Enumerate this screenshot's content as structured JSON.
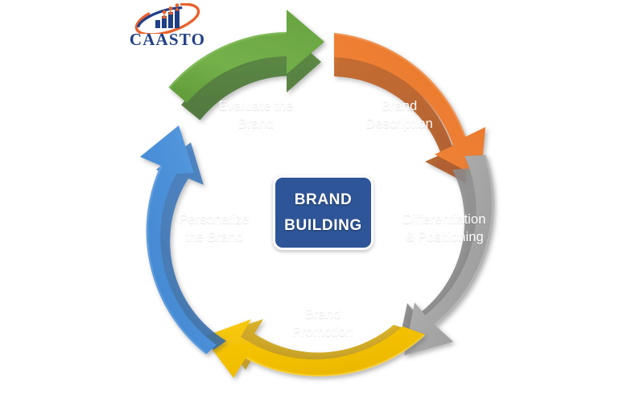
{
  "logo": {
    "name": "CAASTO",
    "mark_icon": "bar-chart-people-swoosh-icon",
    "text_color": "#1f3f86",
    "accent_color": "#e8612c"
  },
  "diagram": {
    "type": "cycle",
    "title": "Brand Building",
    "background": "#ffffff",
    "direction": "clockwise",
    "center": {
      "line1": "BRAND",
      "line2": "BUILDING",
      "fill": "#2e5597",
      "border": "#ffffff",
      "text_color": "#ffffff"
    },
    "segments": [
      {
        "id": "evaluate-the-brand",
        "label": "Evaluate the\nBrand",
        "color": "#70ad47",
        "color_dark": "#5b9139",
        "color_light": "#84c057",
        "position": "top-left",
        "order": 5,
        "arrow_direction": "up-right"
      },
      {
        "id": "brand-description",
        "label": "Brand\nDescription",
        "color": "#ed7d31",
        "color_dark": "#d2661d",
        "color_light": "#f2934f",
        "position": "top-right",
        "order": 1,
        "arrow_direction": "down-right"
      },
      {
        "id": "differentiation-and-positioning",
        "label": "Differentiation\n& Positioning",
        "color": "#ababab",
        "color_dark": "#949494",
        "color_light": "#bdbdbd",
        "position": "right",
        "order": 2,
        "arrow_direction": "down-left"
      },
      {
        "id": "brand-promotion",
        "label": "Brand\nPromotion",
        "color": "#f5c400",
        "color_dark": "#dcaf00",
        "color_light": "#ffd417",
        "position": "bottom",
        "order": 3,
        "arrow_direction": "left"
      },
      {
        "id": "personalize-the-brand",
        "label": "Personalize\nthe Brand",
        "color": "#4a90d9",
        "color_dark": "#3a7ac0",
        "color_light": "#63a2e3",
        "position": "left",
        "order": 4,
        "arrow_direction": "up-right"
      }
    ]
  }
}
